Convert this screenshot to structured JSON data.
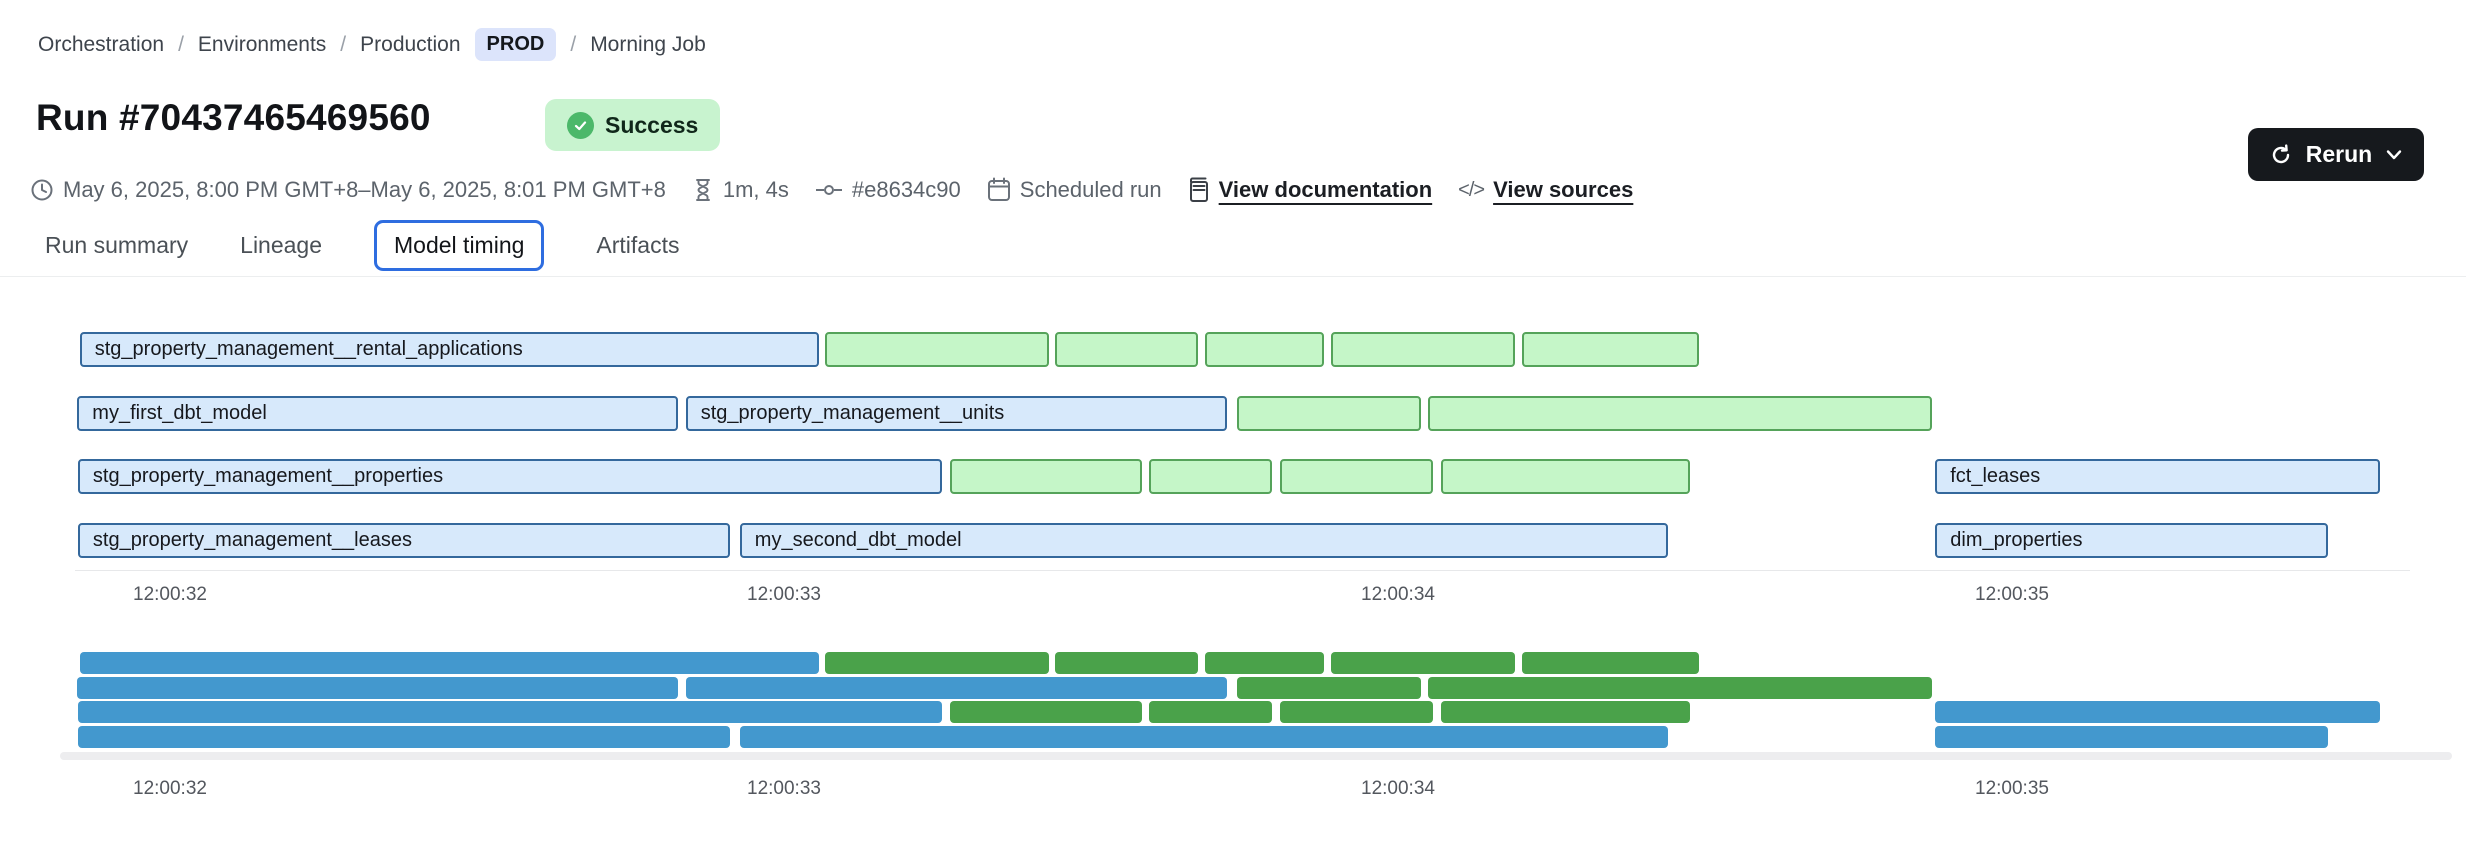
{
  "breadcrumb": {
    "items": [
      "Orchestration",
      "Environments",
      "Production"
    ],
    "env_badge": "PROD",
    "current": "Morning Job"
  },
  "header": {
    "title": "Run #70437465469560",
    "status": "Success"
  },
  "meta": {
    "time_range": "May 6, 2025, 8:00 PM GMT+8–May 6, 2025, 8:01 PM GMT+8",
    "duration": "1m, 4s",
    "commit": "#e8634c90",
    "trigger": "Scheduled run",
    "documentation_link": "View documentation",
    "sources_link": "View sources",
    "code_icon_glyph": "</>"
  },
  "actions": {
    "rerun_label": "Rerun"
  },
  "tabs": [
    {
      "label": "Run summary",
      "active": false
    },
    {
      "label": "Lineage",
      "active": false
    },
    {
      "label": "Model timing",
      "active": true
    },
    {
      "label": "Artifacts",
      "active": false
    }
  ],
  "colors": {
    "model_fill": "#d7e9fb",
    "model_border": "#34689c",
    "test_fill": "#c5f6c8",
    "test_border": "#55a35a",
    "minimap_model": "#4398ce",
    "minimap_test": "#4aa24a",
    "active_tab_border": "#2e6de0",
    "status_badge_bg": "#c8f3cf",
    "status_check": "#4cb86a",
    "env_badge_bg": "#dce4fb",
    "rerun_bg": "#16191d"
  },
  "chart_data": {
    "type": "gantt",
    "title": "Model timing",
    "time_axis": {
      "tick_labels": [
        "12:00:32",
        "12:00:33",
        "12:00:34",
        "12:00:35"
      ],
      "tick_offsets_seconds": [
        0,
        1,
        2,
        3
      ]
    },
    "legend": {
      "model_color_meaning": "model (labeled, light blue)",
      "test_color_meaning": "test (unlabeled, light green)"
    },
    "rows": [
      [
        {
          "label": "stg_property_management__rental_applications",
          "kind": "model",
          "start": -0.147,
          "end": 1.057
        },
        {
          "label": "",
          "kind": "test",
          "start": 1.067,
          "end": 1.432
        },
        {
          "label": "",
          "kind": "test",
          "start": 1.441,
          "end": 1.674
        },
        {
          "label": "",
          "kind": "test",
          "start": 1.686,
          "end": 1.88
        },
        {
          "label": "",
          "kind": "test",
          "start": 1.891,
          "end": 2.191
        },
        {
          "label": "",
          "kind": "test",
          "start": 2.202,
          "end": 2.49
        }
      ],
      [
        {
          "label": "my_first_dbt_model",
          "kind": "model",
          "start": -0.151,
          "end": 0.827
        },
        {
          "label": "stg_property_management__units",
          "kind": "model",
          "start": 0.84,
          "end": 1.722
        },
        {
          "label": "",
          "kind": "test",
          "start": 1.738,
          "end": 2.037
        },
        {
          "label": "",
          "kind": "test",
          "start": 2.049,
          "end": 2.87
        }
      ],
      [
        {
          "label": "stg_property_management__properties",
          "kind": "model",
          "start": -0.15,
          "end": 1.257
        },
        {
          "label": "",
          "kind": "test",
          "start": 1.27,
          "end": 1.583
        },
        {
          "label": "",
          "kind": "test",
          "start": 1.594,
          "end": 1.795
        },
        {
          "label": "",
          "kind": "test",
          "start": 1.808,
          "end": 2.057
        },
        {
          "label": "",
          "kind": "test",
          "start": 2.07,
          "end": 2.476
        },
        {
          "label": "fct_leases",
          "kind": "model",
          "start": 2.875,
          "end": 3.599
        }
      ],
      [
        {
          "label": "stg_property_management__leases",
          "kind": "model",
          "start": -0.15,
          "end": 0.912
        },
        {
          "label": "my_second_dbt_model",
          "kind": "model",
          "start": 0.928,
          "end": 2.44
        },
        {
          "label": "dim_properties",
          "kind": "model",
          "start": 2.875,
          "end": 3.514
        }
      ]
    ]
  }
}
